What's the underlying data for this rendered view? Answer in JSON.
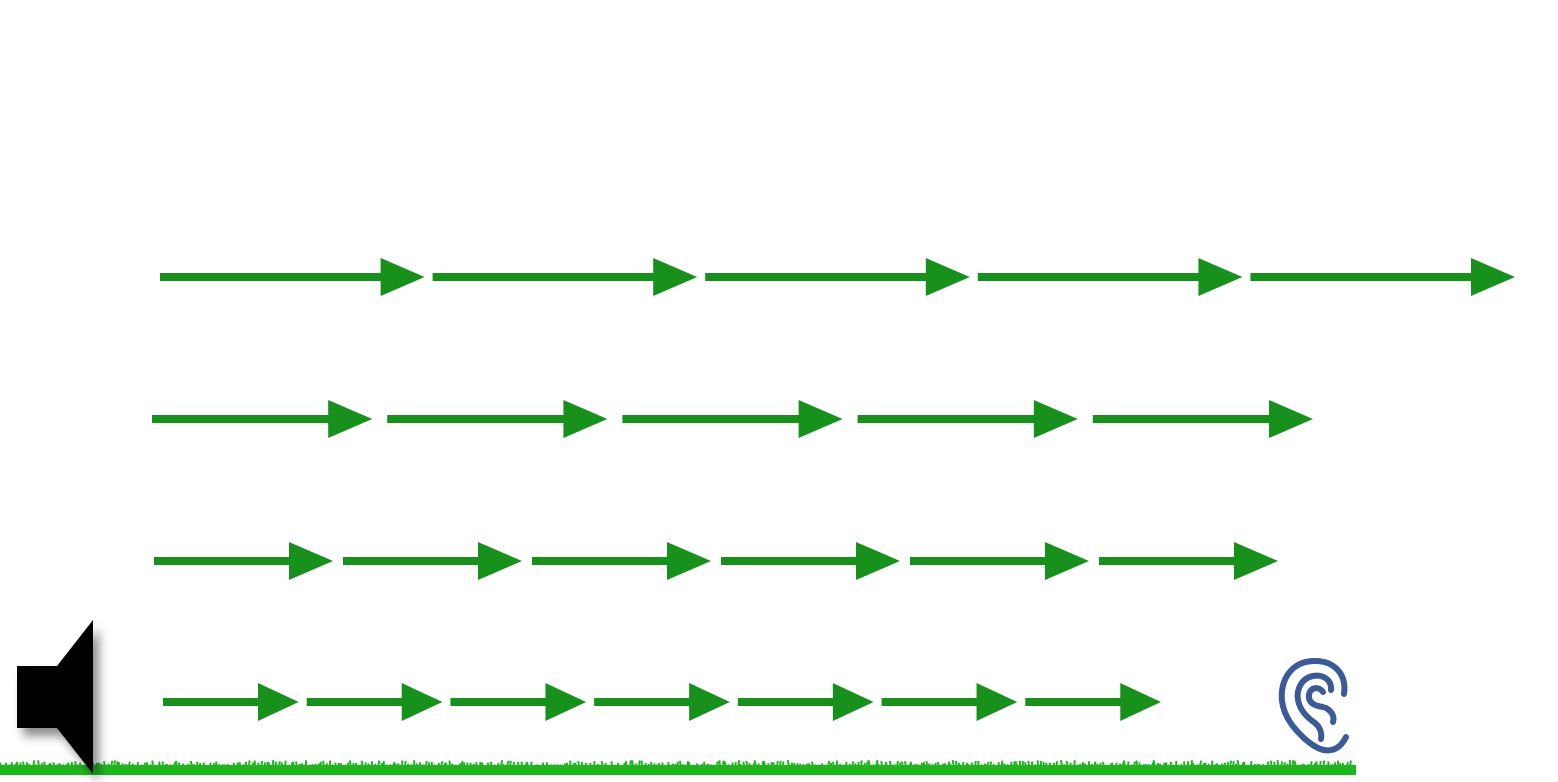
{
  "colors": {
    "arrow": "#17911c",
    "ground": "#1fb51f",
    "speaker": "#000000",
    "ear": "#3c5a97",
    "background": "#ffffff"
  },
  "icons": {
    "source": "speaker-icon",
    "receiver": "ear-icon"
  },
  "arrow_rows": [
    {
      "arrow_count": 5
    },
    {
      "arrow_count": 5
    },
    {
      "arrow_count": 6
    },
    {
      "arrow_count": 7
    }
  ]
}
